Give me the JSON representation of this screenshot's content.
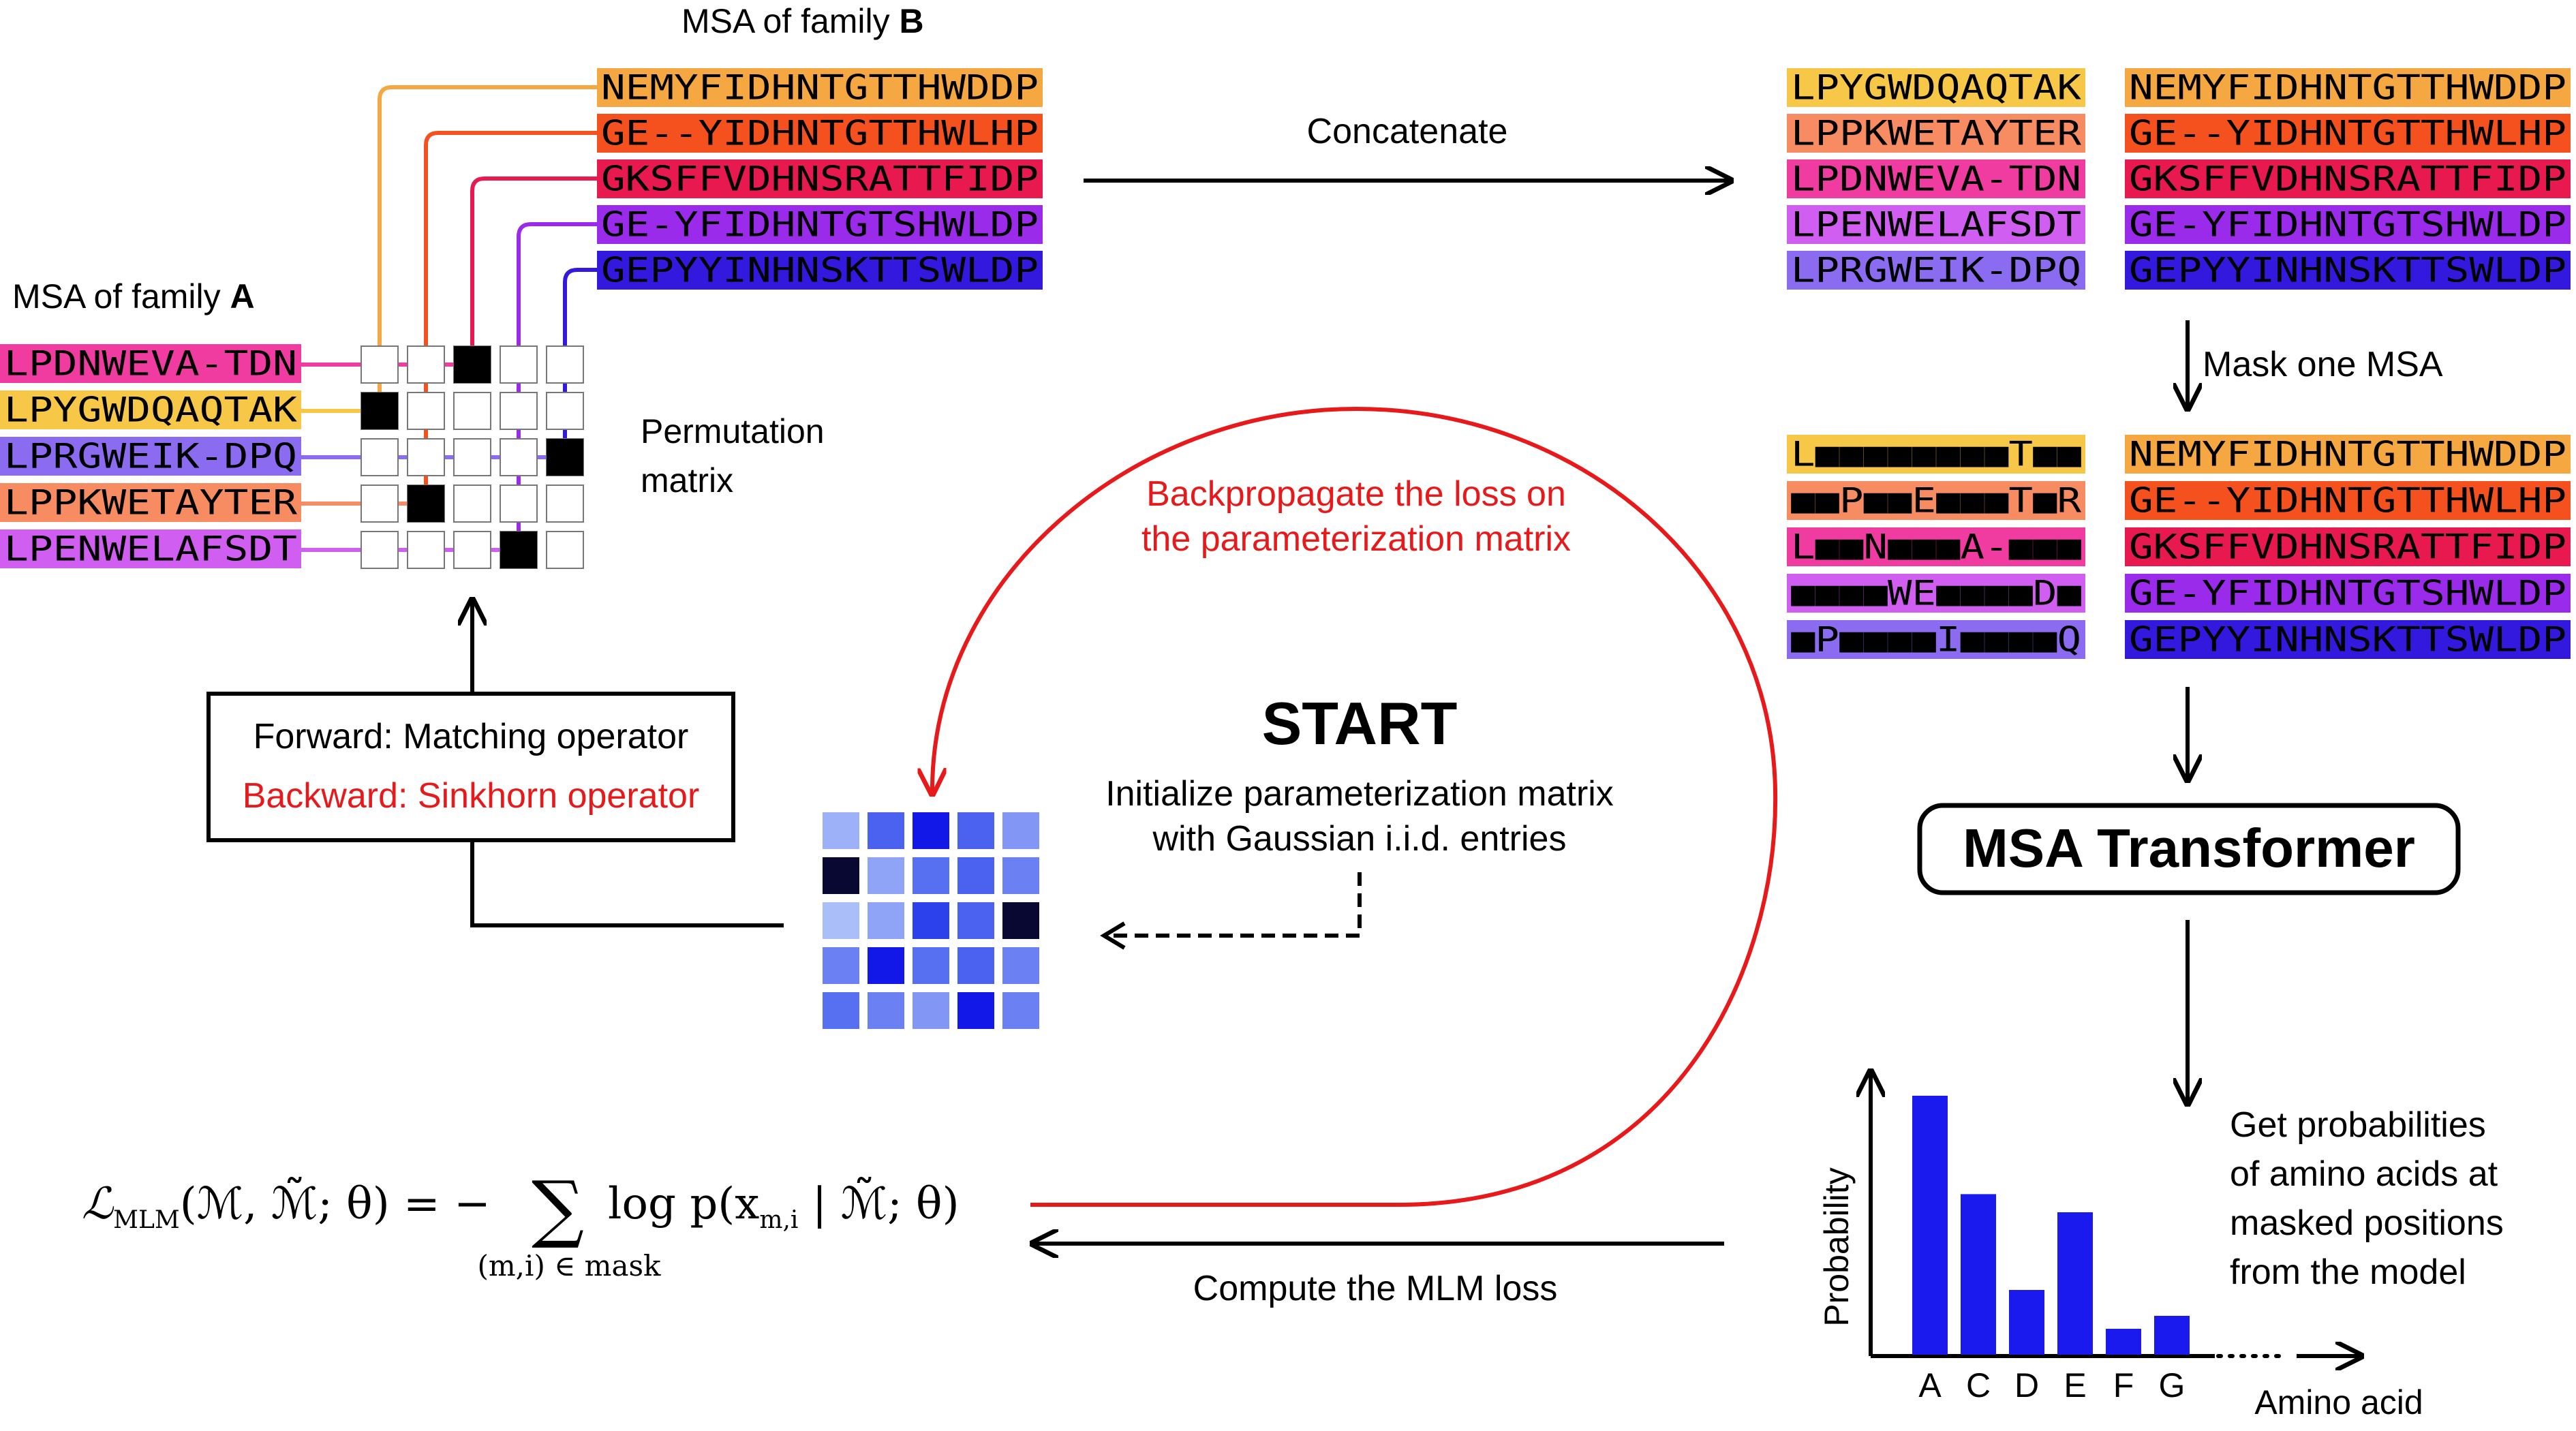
{
  "labels": {
    "msa_b_prefix": "MSA of family ",
    "msa_b_letter": "B",
    "msa_a_prefix": "MSA of family ",
    "msa_a_letter": "A",
    "permutation_line1": "Permutation",
    "permutation_line2": "matrix",
    "concatenate": "Concatenate",
    "mask_one_msa": "Mask one MSA",
    "backprop_line1": "Backpropagate the loss on",
    "backprop_line2": "the parameterization matrix",
    "start": "START",
    "init_line1": "Initialize parameterization matrix",
    "init_line2": "with Gaussian i.i.d. entries",
    "forward": "Forward: Matching operator",
    "backward": "Backward: Sinkhorn operator",
    "transformer": "MSA Transformer",
    "get_prob_1": "Get probabilities",
    "get_prob_2": "of amino acids at",
    "get_prob_3": "masked positions",
    "get_prob_4": "from the model",
    "compute_loss": "Compute the MLM loss",
    "amino_acid": "Amino acid",
    "probability": "Probability"
  },
  "formula": {
    "lhs_symbol": "ℒ",
    "lhs_sub": "MLM",
    "lhs_args": "(ℳ, ℳ̃; θ) = −",
    "sum": "∑",
    "rhs": "log p(x",
    "rhs_sub": "m,i",
    "rhs_tail": " | ℳ̃; θ)",
    "under": "(m,i) ∈ mask"
  },
  "msa_b": [
    {
      "seq": "NEMYFIDHNTGTTHWDDP",
      "color": "#f5a742"
    },
    {
      "seq": "GE--YIDHNTGTTHWLHP",
      "color": "#f4511e"
    },
    {
      "seq": "GKSFFVDHNSRATTFIDP",
      "color": "#e8194f"
    },
    {
      "seq": "GE-YFIDHNTGTSHWLDP",
      "color": "#9b2bea"
    },
    {
      "seq": "GEPYYINHNSKTTSWLDP",
      "color": "#3219dd"
    }
  ],
  "msa_a": [
    {
      "seq": "LPDNWEVA-TDN",
      "color": "#f03ca0"
    },
    {
      "seq": "LPYGWDQAQTAK",
      "color": "#f7c748"
    },
    {
      "seq": "LPRGWEIK-DPQ",
      "color": "#8b6cf0"
    },
    {
      "seq": "LPPKWETAYTER",
      "color": "#f78c63"
    },
    {
      "seq": "LPENWELAFSDT",
      "color": "#d05ef0"
    }
  ],
  "concat_a": [
    {
      "seq": "LPYGWDQAQTAK",
      "color": "#f7c748"
    },
    {
      "seq": "LPPKWETAYTER",
      "color": "#f78c63"
    },
    {
      "seq": "LPDNWEVA-TDN",
      "color": "#f03ca0"
    },
    {
      "seq": "LPENWELAFSDT",
      "color": "#d05ef0"
    },
    {
      "seq": "LPRGWEIK-DPQ",
      "color": "#8b6cf0"
    }
  ],
  "masked_a": [
    {
      "seq": "L■■■■■■■■T■■",
      "color": "#f7c748"
    },
    {
      "seq": "■■P■■E■■■T■R",
      "color": "#f78c63"
    },
    {
      "seq": "L■■N■■■A-■■■",
      "color": "#f03ca0"
    },
    {
      "seq": "■■■■WE■■■■D■",
      "color": "#d05ef0"
    },
    {
      "seq": "■P■■■■I■■■■Q",
      "color": "#8b6cf0"
    }
  ],
  "permutation": {
    "rows": 5,
    "cols": 5,
    "ones": [
      [
        0,
        2
      ],
      [
        1,
        0
      ],
      [
        2,
        4
      ],
      [
        3,
        1
      ],
      [
        4,
        3
      ]
    ]
  },
  "param_matrix_levels": [
    [
      0.45,
      0.72,
      0.92,
      0.72,
      0.55
    ],
    [
      1.0,
      0.5,
      0.68,
      0.72,
      0.62
    ],
    [
      0.4,
      0.5,
      0.82,
      0.72,
      1.0
    ],
    [
      0.62,
      0.92,
      0.68,
      0.72,
      0.62
    ],
    [
      0.68,
      0.62,
      0.55,
      0.92,
      0.62
    ]
  ],
  "chart_data": {
    "type": "bar",
    "categories": [
      "A",
      "C",
      "D",
      "E",
      "F",
      "G"
    ],
    "values": [
      1.0,
      0.62,
      0.25,
      0.55,
      0.1,
      0.15
    ],
    "ylabel": "Probability",
    "xlabel": "Amino acid",
    "bar_color": "#1a1aee",
    "axis_ticks": false
  },
  "colors": {
    "red": "#e8191a",
    "black": "#000000"
  }
}
